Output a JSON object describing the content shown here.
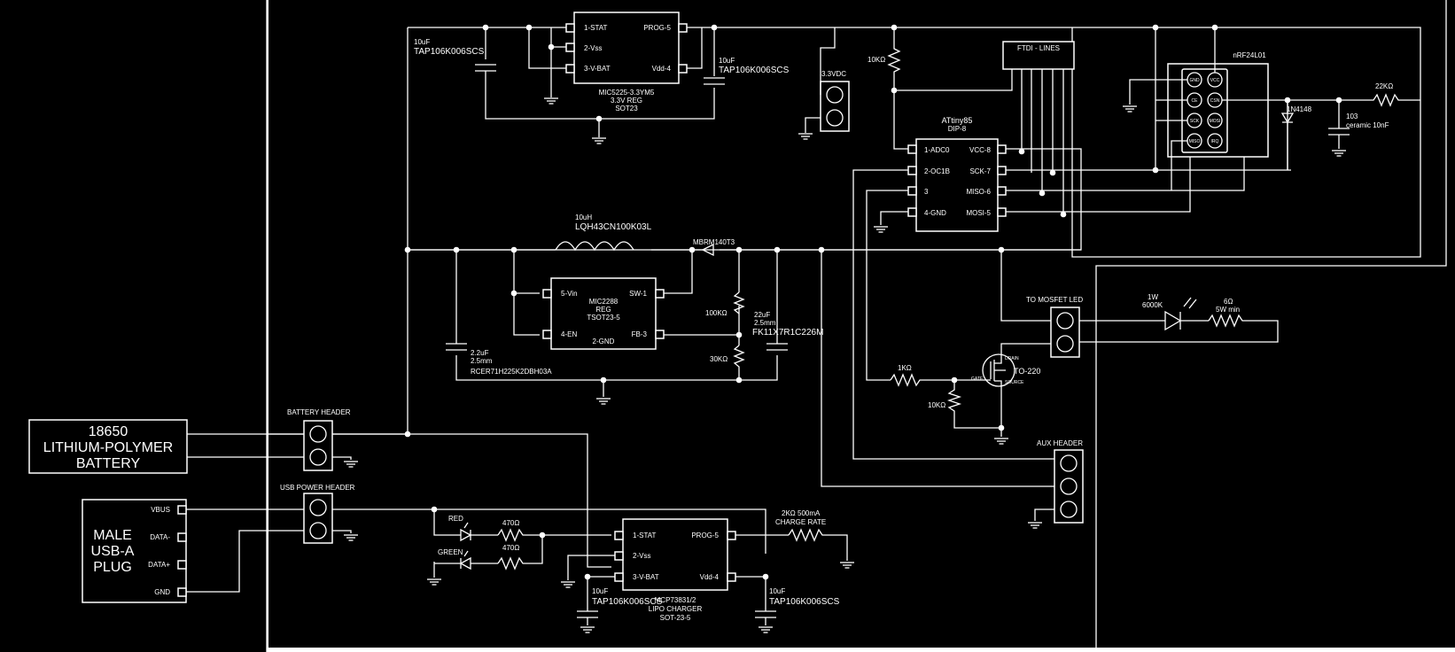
{
  "colors": {
    "background": "#000000",
    "line": "#ffffff",
    "page": "#ffffff"
  },
  "labels": {
    "battery": [
      "18650",
      "LITHIUM-POLYMER",
      "BATTERY"
    ],
    "usb_plug": [
      "MALE",
      "USB-A",
      "PLUG"
    ],
    "usb_pins": [
      "VBUS",
      "DATA-",
      "DATA+",
      "GND"
    ],
    "battery_header": "BATTERY HEADER",
    "usb_power_header": "USB POWER HEADER",
    "mic5225": {
      "pins": [
        "1-STAT",
        "2-Vss",
        "3-V-BAT",
        "PROG-5",
        "Vdd-4"
      ],
      "desc": [
        "MIC5225-3.3YM5",
        "3.3V REG",
        "SOT23"
      ]
    },
    "cap_10uf_a": {
      "value": "10uF",
      "part": "TAP106K006SCS"
    },
    "cap_10uf_b": {
      "value": "10uF",
      "part": "TAP106K006SCS"
    },
    "header_33vdc": "3.3VDC",
    "r_10k_top": "10KΩ",
    "ftdi": "FTDI - LINES",
    "attiny": {
      "name": [
        "ATtiny85",
        "DIP-8"
      ],
      "pins_left": [
        "1-ADC0",
        "2-OC1B",
        "3",
        "4-GND"
      ],
      "pins_right": [
        "VCC-8",
        "SCK-7",
        "MISO-6",
        "MOSI-5"
      ]
    },
    "nrf": {
      "name": "nRF24L01",
      "pins": [
        "GND",
        "VCC",
        "CE",
        "CSN",
        "SCK",
        "MOSI",
        "MISO",
        "IRQ"
      ]
    },
    "r_22k": "22KΩ",
    "diode_1n4148": "1N4148",
    "cap_103": [
      "103",
      "ceramic 10nF"
    ],
    "inductor": {
      "value": "10uH",
      "part": "LQH43CN100K03L"
    },
    "schottky": "MBRM140T3",
    "mic2288": {
      "pins": [
        "5-Vin",
        "4-EN",
        "SW-1",
        "FB-3",
        "2-GND"
      ],
      "desc": [
        "MIC2288",
        "REG",
        "TSOT23-5"
      ]
    },
    "r_100k": "100KΩ",
    "r_30k": "30KΩ",
    "cap_22uf": [
      "22uF",
      "2.5mm",
      "FK11X7R1C226M"
    ],
    "cap_2_2uf": [
      "2.2uF",
      "2.5mm",
      "RCER71H225K2DBH03A"
    ],
    "mosfet_led_header": "TO MOSFET LED",
    "led_power": [
      "1W",
      "6000K"
    ],
    "r_6": [
      "6Ω",
      "5W min"
    ],
    "mosfet": {
      "pkg": "TO-220",
      "drain": "DRAIN",
      "gate": "GATE",
      "source": "SOURCE"
    },
    "r_1k": "1KΩ",
    "r_10k_gate": "10KΩ",
    "aux_header": "AUX HEADER",
    "led_red": "RED",
    "led_green": "GREEN",
    "r_470_a": "470Ω",
    "r_470_b": "470Ω",
    "mcp73831": {
      "pins": [
        "1-STAT",
        "2-Vss",
        "3-V-BAT",
        "PROG-5",
        "Vdd-4"
      ],
      "desc": [
        "MCP73831/2",
        "LIPO CHARGER",
        "SOT-23-5"
      ]
    },
    "r_2k": [
      "2KΩ 500mA",
      "CHARGE RATE"
    ],
    "cap_10uf_c": {
      "value": "10uF",
      "part": "TAP106K006SCS"
    },
    "cap_10uf_d": {
      "value": "10uF",
      "part": "TAP106K006SCS"
    }
  }
}
